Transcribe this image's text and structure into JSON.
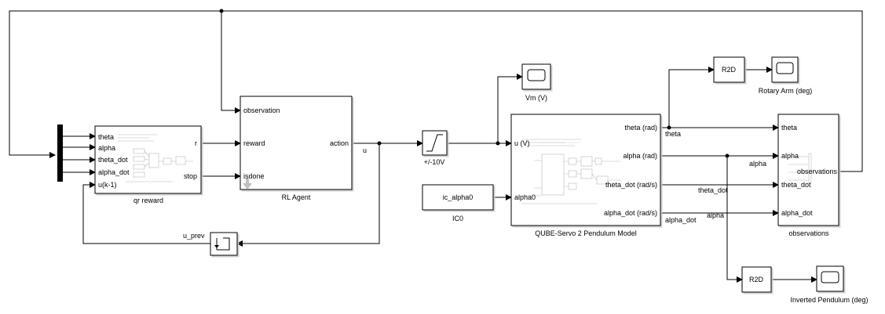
{
  "blocks": {
    "qr_reward": {
      "label": "qr reward",
      "inputs": [
        "theta",
        "alpha",
        "theta_dot",
        "alpha_dot",
        "u(k-1)"
      ],
      "outputs": [
        "r",
        "stop"
      ]
    },
    "rl_agent": {
      "label": "RL Agent",
      "inputs": [
        "observation",
        "reward",
        "isdone"
      ],
      "output": "action"
    },
    "saturation": {
      "label": "+/-10V"
    },
    "vm_scope": {
      "label": "Vm (V)"
    },
    "ic0": {
      "label": "IC0",
      "value": "ic_alpha0"
    },
    "qube": {
      "label": "QUBE-Servo 2 Pendulum Model",
      "inputs": [
        "u (V)",
        "alpha0"
      ],
      "outputs": [
        "theta (rad)",
        "alpha (rad)",
        "theta_dot (rad/s)",
        "alpha_dot (rad/s)"
      ]
    },
    "r2d_top": {
      "label": "R2D"
    },
    "rotary_scope": {
      "label": "Rotary Arm (deg)"
    },
    "r2d_bottom": {
      "label": "R2D"
    },
    "pendulum_scope": {
      "label": "Inverted Pendulum (deg)"
    },
    "observations": {
      "label": "observations",
      "inputs": [
        "theta",
        "alpha",
        "theta_dot",
        "alpha_dot"
      ],
      "output": "observations"
    },
    "unit_delay": {}
  },
  "signals": {
    "u": "u",
    "u_prev": "u_prev",
    "theta": "theta",
    "alpha": "alpha",
    "theta_dot": "theta_dot",
    "alpha_dot": "alpha_dot",
    "alpha2": "alpha"
  }
}
